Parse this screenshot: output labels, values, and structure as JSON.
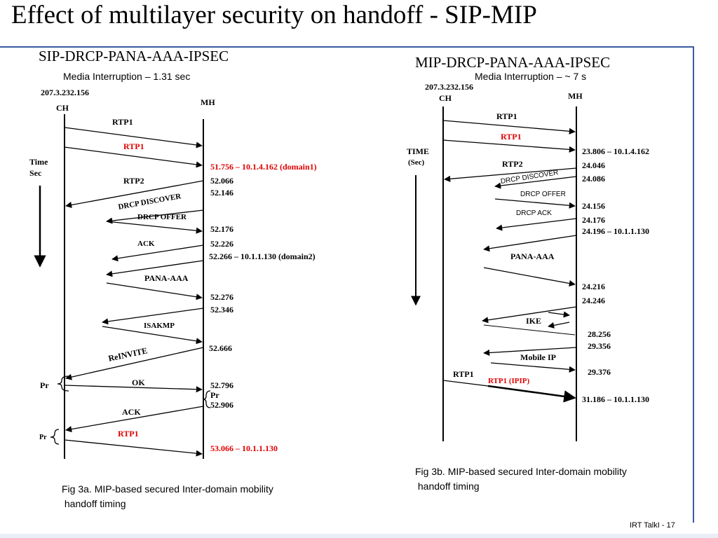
{
  "slide": {
    "title": "Effect of multilayer security on handoff -  SIP-MIP",
    "footer": "IRT TalkI - 17"
  },
  "left": {
    "header": "SIP-DRCP-PANA-AAA-IPSEC",
    "media": "Media Interruption – 1.31 sec",
    "ch_ip": "207.3.232.156",
    "ch": "CH",
    "mh": "MH",
    "time": "Time",
    "sec": "Sec",
    "messages": {
      "rtp1_a": "RTP1",
      "rtp1_b": "RTP1",
      "rtp2": "RTP2",
      "drcp_discover": "DRCP DISCOVER",
      "drcp_offer": "DRCP OFFER",
      "ack1": "ACK",
      "pana": "PANA-AAA",
      "isakmp": "ISAKMP",
      "reinvite": "ReINVITE",
      "ok": "OK",
      "ack2": "ACK",
      "rtp1_c": "RTP1",
      "pr1": "Pr",
      "pr2": "Pr",
      "pr3": "Pr"
    },
    "times": {
      "t1": "51.756 – 10.1.4.162 (domain1)",
      "t2": "52.066",
      "t3": "52.146",
      "t4": "52.176",
      "t5": "52.226",
      "t6": "52.266 – 10.1.1.130 (domain2)",
      "t7": "52.276",
      "t8": "52.346",
      "t9": "52.666",
      "t10": "52.796",
      "t11": "52.906",
      "t12": "53.066 – 10.1.1.130"
    },
    "caption_line1": "Fig 3a. MIP-based secured Inter-domain mobility",
    "caption_line2": " handoff timing"
  },
  "right": {
    "header": "MIP-DRCP-PANA-AAA-IPSEC",
    "media": "Media Interruption – ~ 7 s",
    "ch_ip": "207.3.232.156",
    "ch": "CH",
    "mh": "MH",
    "time": "TIME",
    "sec": "(Sec)",
    "messages": {
      "rtp1_a": "RTP1",
      "rtp1_b": "RTP1",
      "rtp2": "RTP2",
      "drcp_discover": "DRCP DISCOVER",
      "drcp_offer": "DRCP OFFER",
      "drcp_ack": "DRCP ACK",
      "pana": "PANA-AAA",
      "ike": "IKE",
      "mobile_ip": "Mobile IP",
      "rtp1_c": "RTP1",
      "rtp1_ipip": "RTP1  (IPIP)"
    },
    "times": {
      "t1": "23.806 – 10.1.4.162",
      "t2": "24.046",
      "t3": "24.086",
      "t4": "24.156",
      "t5": "24.176",
      "t6": "24.196 – 10.1.1.130",
      "t7": "24.216",
      "t8": "24.246",
      "t9": "28.256",
      "t10": "29.356",
      "t11": "29.376",
      "t12": "31.186 – 10.1.1.130"
    },
    "caption_line1": "Fig 3b. MIP-based secured Inter-domain mobility",
    "caption_line2": " handoff timing"
  },
  "colors": {
    "highlight": "#e00000",
    "rule": "#3a5ba0"
  }
}
